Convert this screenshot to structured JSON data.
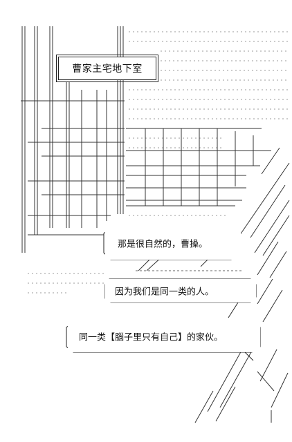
{
  "scene": {
    "location_label": "曹家主宅地下室"
  },
  "dialogue": [
    {
      "text": "那是很自然的，曹操。"
    },
    {
      "text": "因为我们是同一类的人。"
    },
    {
      "text": "同一类【腦子里只有自己】的家伙。"
    }
  ],
  "colors": {
    "ink": "#111111",
    "background": "#ffffff"
  }
}
